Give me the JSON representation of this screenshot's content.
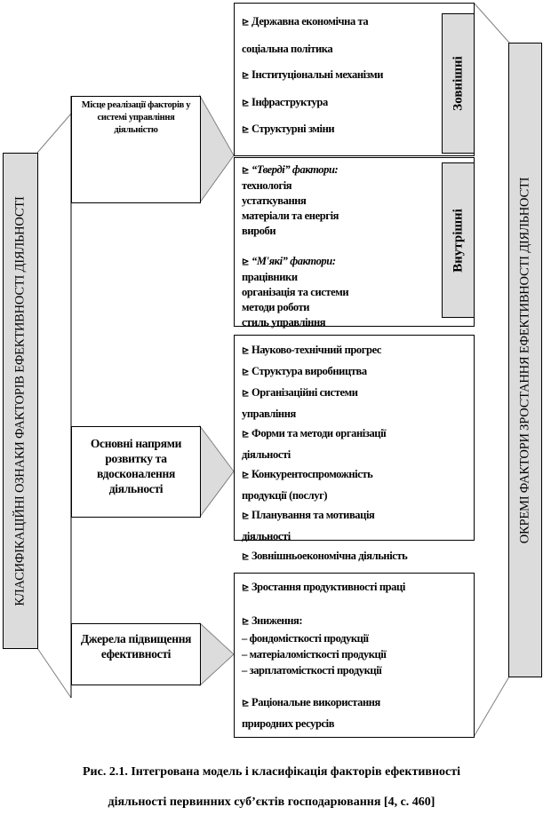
{
  "left_bar": "КЛАСИФІКАЦІЙНІ ОЗНАКИ ФАКТОРІВ ЕФЕКТИВНОСТІ ДІЯЛЬНОСТІ",
  "right_bar": "ОКРЕМІ ФАКТОРИ ЗРОСТАННЯ ЕФЕКТИВНОСТІ ДІЯЛЬНОСТІ",
  "bullet": "⊵",
  "categories": [
    {
      "label": "Місце реалізації факторів у системі управління діяльністю"
    },
    {
      "label": "Основні напрями розвитку та вдосконалення діяльності"
    },
    {
      "label": "Джерела підвищення ефективності"
    }
  ],
  "external": {
    "tab": "Зовнішні",
    "items": [
      "Державна економічна та",
      "соціальна політика",
      "Інституціональні механізми",
      "Інфраструктура",
      "Структурні зміни"
    ]
  },
  "internal": {
    "tab": "Внутрішні",
    "hard_title": "“Тверді” фактори:",
    "hard_items": [
      "технологія",
      "устаткування",
      "матеріали та енергія",
      "вироби"
    ],
    "soft_title": "“М'які” фактори:",
    "soft_items": [
      "працівники",
      "організація та системи",
      "методи роботи",
      "стиль управління"
    ]
  },
  "directions": {
    "items": [
      "Науково-технічний прогрес",
      "Структура виробництва",
      "Організаційні системи",
      "управління",
      "Форми та методи організації",
      "діяльності",
      "Конкурентоспроможність",
      "продукції (послуг)",
      "Планування та мотивація",
      "діяльності",
      "Зовнішньоекономічна діяльність"
    ]
  },
  "sources": {
    "item1": "Зростання продуктивності праці",
    "item2": "Зниження:",
    "sub": [
      "– фондомісткості продукції",
      "– матеріаломісткості продукції",
      "– зарплатомісткості продукції"
    ],
    "item3a": "Раціональне використання",
    "item3b": "природних ресурсів"
  },
  "caption": {
    "prefix": "Рис. 2.1.",
    "line1": " Інтегрована модель і класифікація факторів ефективності",
    "line2": "діяльності первинних суб’єктів господарювання [4, с. 460]"
  }
}
